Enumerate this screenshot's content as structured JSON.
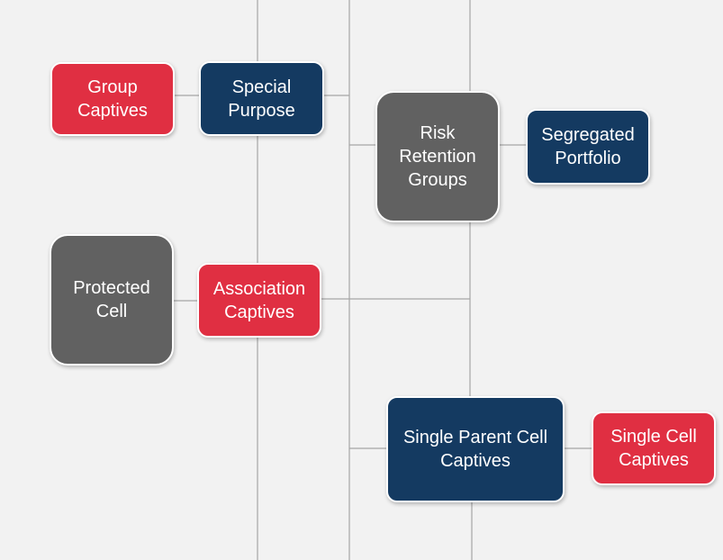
{
  "colors": {
    "background": "#f2f2f2",
    "red": "#e02f42",
    "navy": "#143a61",
    "gray": "#616161",
    "line": "#a6a6a6"
  },
  "nodes": {
    "group_captives": {
      "label": "Group\nCaptives",
      "color": "red"
    },
    "special_purpose": {
      "label": "Special\nPurpose",
      "color": "navy"
    },
    "risk_retention_groups": {
      "label": "Risk\nRetention\nGroups",
      "color": "gray"
    },
    "segregated_portfolio": {
      "label": "Segregated\nPortfolio",
      "color": "navy"
    },
    "protected_cell": {
      "label": "Protected\nCell",
      "color": "gray"
    },
    "association_captives": {
      "label": "Association\nCaptives",
      "color": "red"
    },
    "single_parent_cell_captives": {
      "label": "Single Parent Cell\nCaptives",
      "color": "navy"
    },
    "single_cell_captives": {
      "label": "Single Cell\nCaptives",
      "color": "red"
    }
  }
}
